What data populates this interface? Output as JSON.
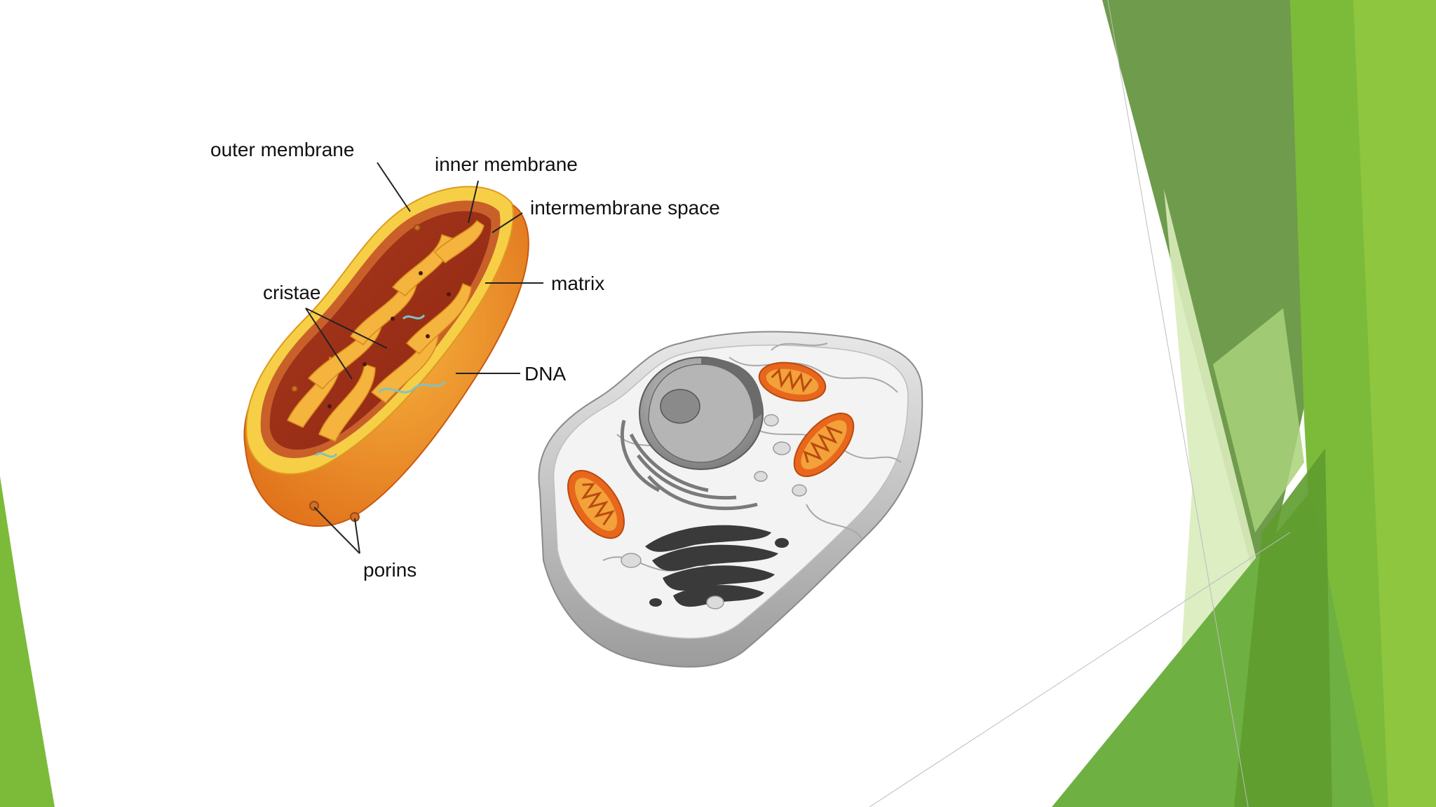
{
  "theme": {
    "background": "#ffffff",
    "accent_dark": "#5a9a35",
    "accent_mid": "#7cbf3a",
    "accent_light": "#c4e39c",
    "membrane_outer": "#f0a030",
    "membrane_inner": "#f3c43a",
    "matrix": "#b8321c",
    "cristae": "#f4b43e"
  },
  "diagram": {
    "labels": {
      "outer_membrane": "outer membrane",
      "inner_membrane": "inner membrane",
      "intermembrane_space": "intermembrane space",
      "matrix": "matrix",
      "cristae": "cristae",
      "dna": "DNA",
      "porins": "porins"
    }
  }
}
